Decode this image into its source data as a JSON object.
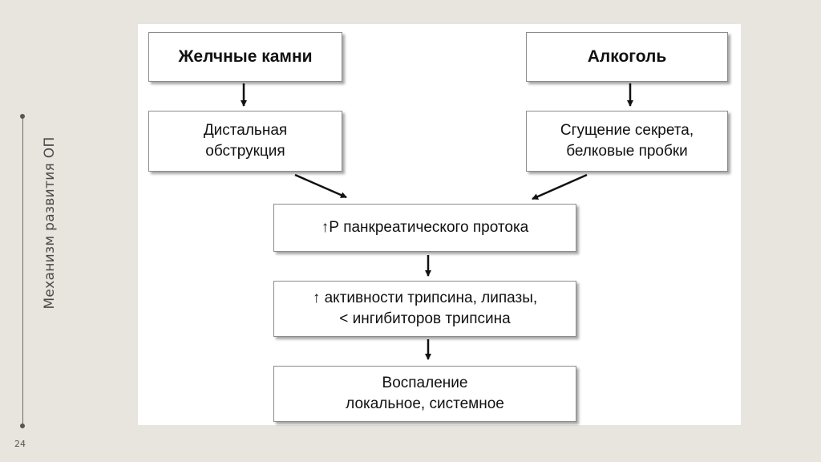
{
  "slide": {
    "side_title": "Механизм развития ОП",
    "page_number": "24"
  },
  "diagram": {
    "box_gallstones": "Желчные камни",
    "box_alcohol": "Алкоголь",
    "box_distal": "Дистальная\nобструкция",
    "box_secretion": "Сгущение секрета,\nбелковые пробки",
    "box_pressure": "↑Р панкреатического протока",
    "box_activity": "↑ активности трипсина, липазы,\n< ингибиторов трипсина",
    "box_inflammation": "Воспаление\nлокальное, системное"
  }
}
